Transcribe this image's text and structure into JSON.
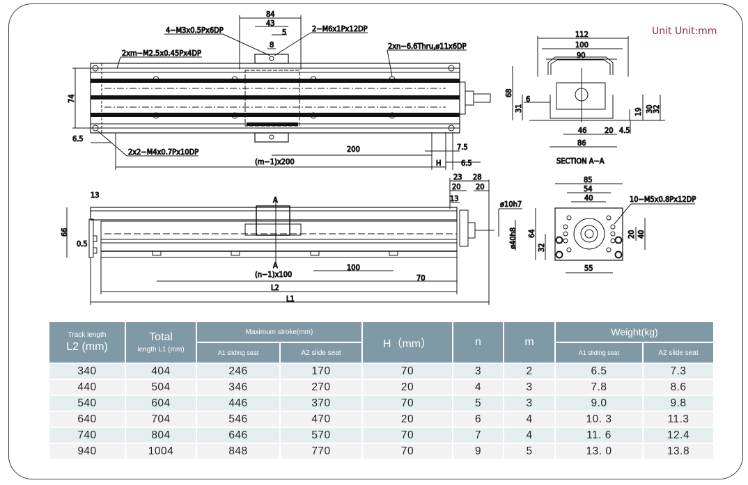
{
  "unit_label": "Unit Unit:mm",
  "drawing": {
    "top_view": {
      "dim_84": "84",
      "dim_43": "43",
      "dim_5": "5",
      "dim_8": "8",
      "dim_74": "74",
      "dim_6_5": "6.5",
      "dim_200": "200",
      "dim_7_5": "7.5",
      "dim_H": "H",
      "dim_6_5b": "6.5",
      "dim_m_pitch": "(m−1)x200",
      "note_m3": "4−M3x0.5Px6DP",
      "note_m6": "2−M6x1Px12DP",
      "note_m25": "2xm−M2.5x0.45Px4DP",
      "note_thru": "2xn−6.6Thru,ø11x6DP",
      "note_m4": "2x2−M4x0.7Px10DP"
    },
    "section_view": {
      "dim_112": "112",
      "dim_100": "100",
      "dim_90": "90",
      "dim_68": "68",
      "dim_31": "31",
      "dim_6": "6",
      "dim_19": "19",
      "dim_30": "30",
      "dim_32": "32",
      "dim_46": "46",
      "dim_20": "20",
      "dim_4_5": "4.5",
      "dim_86": "86",
      "caption": "SECTION  A−A"
    },
    "side_view": {
      "dim_13": "13",
      "dim_66": "66",
      "dim_0_5": "0.5",
      "section_mark": "A",
      "dim_n_pitch": "(n−1)x100",
      "dim_100": "100",
      "dim_70": "70",
      "dim_L2": "L2",
      "dim_L1": "L1",
      "dim_23": "23",
      "dim_28": "28",
      "dim_20a": "20",
      "dim_20b": "20",
      "dim_13b": "13",
      "dim_shaft": "ø10h7",
      "dim_boss": "ø40h8"
    },
    "end_view": {
      "dim_85": "85",
      "dim_54": "54",
      "dim_40": "40",
      "dim_64": "64",
      "dim_32": "32",
      "dim_20": "20",
      "dim_40v": "40",
      "dim_55": "55",
      "note_m5": "10−M5x0.8Px12DP"
    }
  },
  "table": {
    "headers": {
      "track_length_line1": "Track length",
      "track_length_line2": "L2 (mm)",
      "total_line1": "Total",
      "total_line2": "length L1 (mm)",
      "max_stroke": "Maximum stroke(mm)",
      "a1_sliding_seat": "A1 sliding seat",
      "a2_slide_seat": "A2 slide seat",
      "h": "H（mm）",
      "n": "n",
      "m": "m",
      "weight": "Weight(kg)",
      "w_a1_sliding_seat": "A1 sliding seat",
      "w_a2_slide_seat": "A2 slide seat"
    },
    "rows": [
      {
        "l2": "340",
        "l1": "404",
        "stroke_a1": "246",
        "stroke_a2": "170",
        "h": "70",
        "n": "3",
        "m": "2",
        "weight_a1": "6.5",
        "weight_a2": "7.3"
      },
      {
        "l2": "440",
        "l1": "504",
        "stroke_a1": "346",
        "stroke_a2": "270",
        "h": "20",
        "n": "4",
        "m": "3",
        "weight_a1": "7.8",
        "weight_a2": "8.6"
      },
      {
        "l2": "540",
        "l1": "604",
        "stroke_a1": "446",
        "stroke_a2": "370",
        "h": "70",
        "n": "5",
        "m": "3",
        "weight_a1": "9.0",
        "weight_a2": "9.8"
      },
      {
        "l2": "640",
        "l1": "704",
        "stroke_a1": "546",
        "stroke_a2": "470",
        "h": "20",
        "n": "6",
        "m": "4",
        "weight_a1": "10. 3",
        "weight_a2": "11.3"
      },
      {
        "l2": "740",
        "l1": "804",
        "stroke_a1": "646",
        "stroke_a2": "570",
        "h": "70",
        "n": "7",
        "m": "4",
        "weight_a1": "11. 6",
        "weight_a2": "12.4"
      },
      {
        "l2": "940",
        "l1": "1004",
        "stroke_a1": "848",
        "stroke_a2": "770",
        "h": "70",
        "n": "9",
        "m": "5",
        "weight_a1": "13. 0",
        "weight_a2": "13.8"
      }
    ]
  },
  "colors": {
    "header_bg": "#8099a6",
    "row_odd": "#e5eeee",
    "row_even": "#f2f2f2",
    "unit_text": "#8c2a4a"
  }
}
